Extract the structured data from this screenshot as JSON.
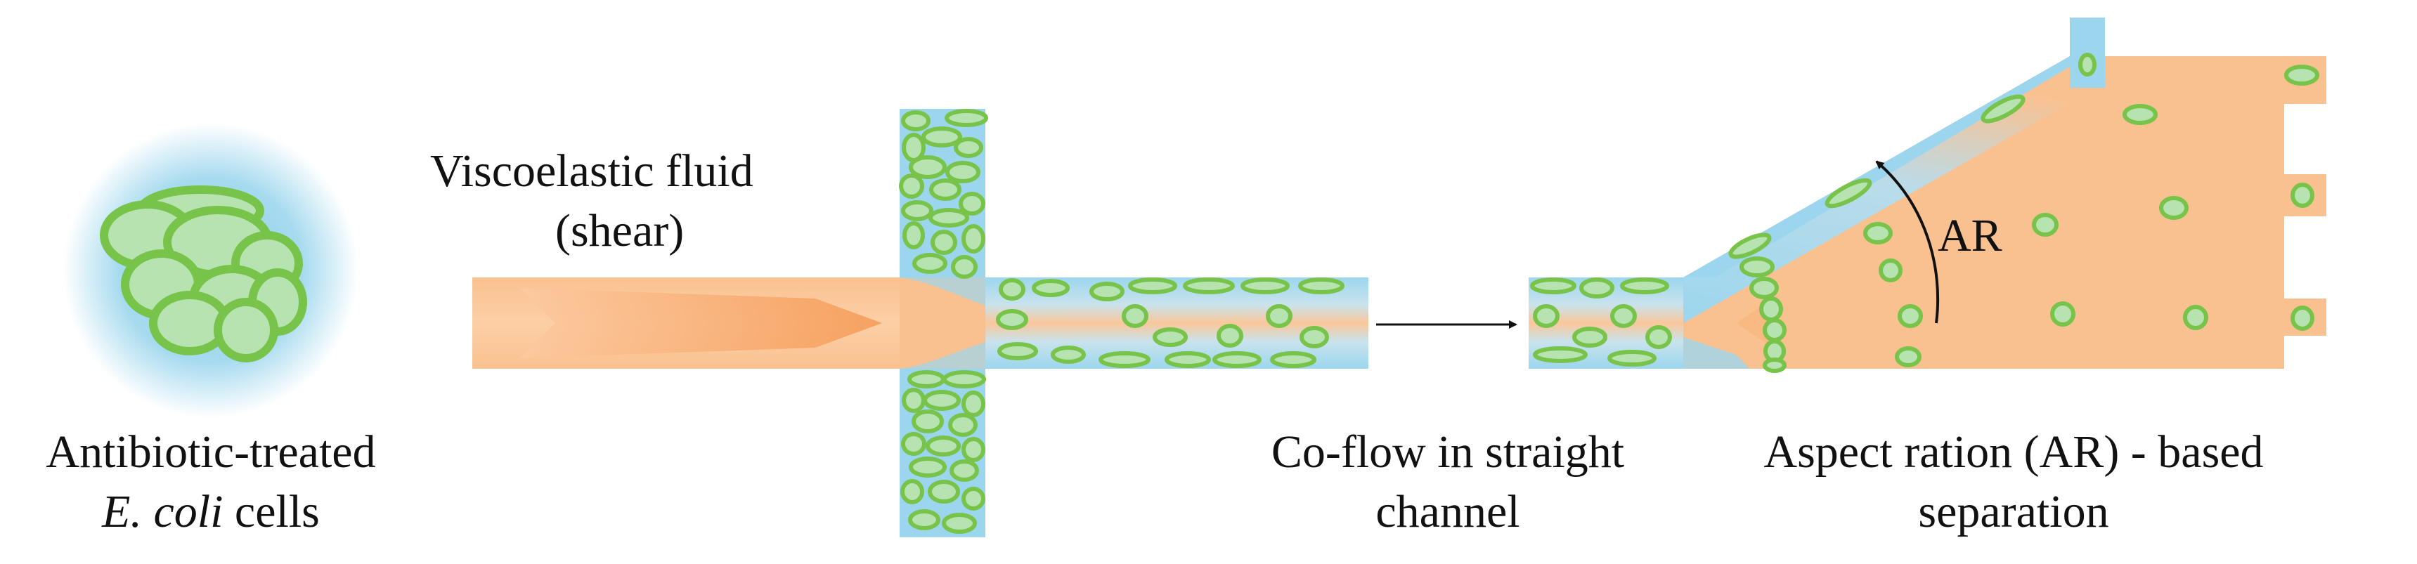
{
  "colors": {
    "fluid_orange": "#FAC190",
    "flow_blue": "#9CD6EE",
    "cell_fill": "#B6E3B0",
    "cell_stroke": "#78C34A",
    "cell_stroke_dark": "#5FB03A",
    "arrow_core": "#F6A060",
    "text": "#111111"
  },
  "icons": {
    "cell_cluster": "ecoli-cluster-icon",
    "flow_arrow": "right-arrow-icon",
    "separation_arrow": "curved-arrow-icon"
  },
  "labels": {
    "cells_line1": "Antibiotic-treated",
    "cells_italic": "E. coli",
    "cells_rest": " cells",
    "fluid_line1": "Viscoelastic fluid",
    "fluid_line2": "(shear)",
    "coflow_line1": "Co-flow in straight",
    "coflow_line2": "channel",
    "ar_marker": "AR",
    "separation_line1": "Aspect ration (AR) - based",
    "separation_line2": "separation"
  }
}
